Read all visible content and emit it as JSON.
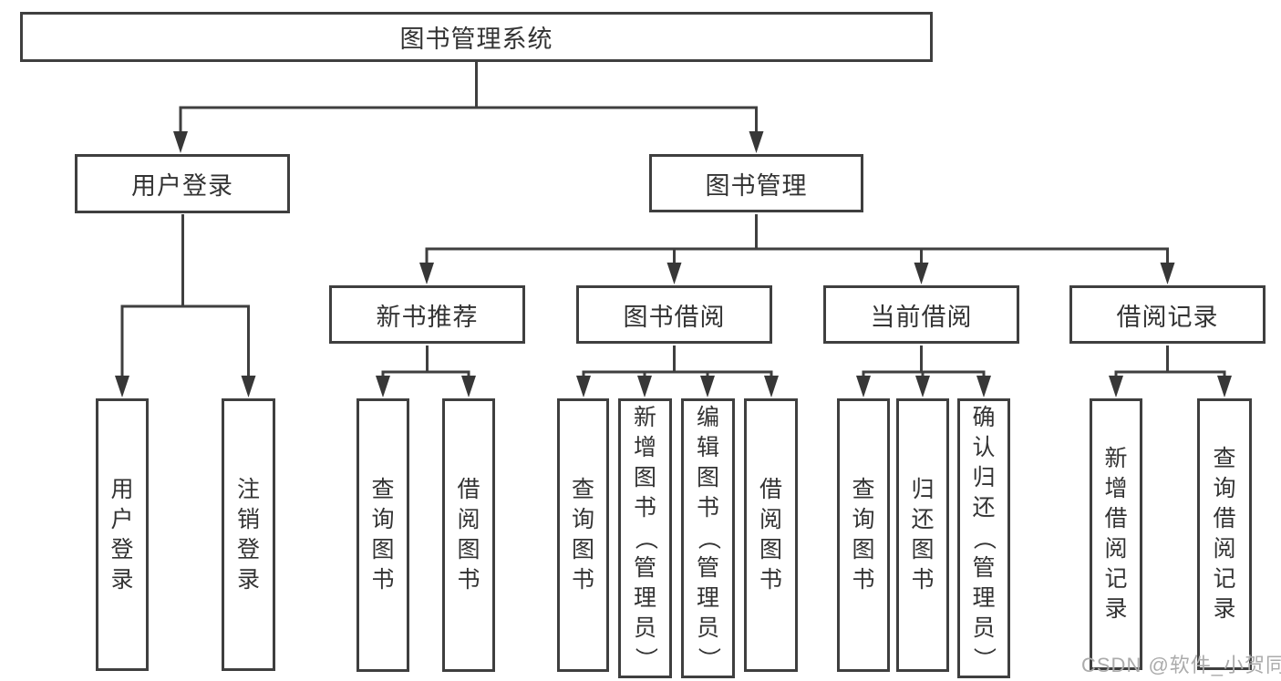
{
  "canvas": {
    "background": "#ffffff",
    "line_color": "#3f3f3f",
    "text_color": "#333333"
  },
  "watermark": {
    "text": "CSDN @软件_小贺同学",
    "color": "#ababab"
  },
  "nodes": {
    "root": {
      "label": "图书管理系统"
    },
    "user_login": {
      "label": "用户登录"
    },
    "book_management": {
      "label": "图书管理"
    },
    "new_book_recommend": {
      "label": "新书推荐"
    },
    "book_borrowing": {
      "label": "图书借阅"
    },
    "current_borrowing": {
      "label": "当前借阅"
    },
    "borrowing_records": {
      "label": "借阅记录"
    },
    "leaf_user_login": {
      "label": "用户登录"
    },
    "leaf_logout_login": {
      "label": "注销登录"
    },
    "leaf_nb_query_books": {
      "label": "查询图书"
    },
    "leaf_nb_borrow_books": {
      "label": "借阅图书"
    },
    "leaf_bb_query_books": {
      "label": "查询图书"
    },
    "leaf_bb_add_books_admin": {
      "label": "新增图书（管理员）"
    },
    "leaf_bb_edit_books_admin": {
      "label": "编辑图书（管理员）"
    },
    "leaf_bb_borrow_books": {
      "label": "借阅图书"
    },
    "leaf_cb_query_books": {
      "label": "查询图书"
    },
    "leaf_cb_return_books": {
      "label": "归还图书"
    },
    "leaf_cb_confirm_return_admin": {
      "label": "确认归还（管理员）"
    },
    "leaf_br_add_borrow_record": {
      "label": "新增借阅记录"
    },
    "leaf_br_query_borrow_record": {
      "label": "查询借阅记录"
    }
  }
}
